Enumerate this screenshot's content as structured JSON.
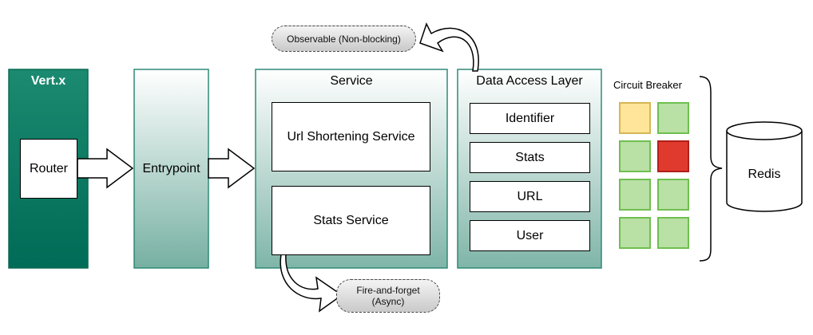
{
  "vertx": {
    "title": "Vert.x",
    "router_label": "Router"
  },
  "entrypoint": {
    "label": "Entrypoint"
  },
  "service": {
    "title": "Service",
    "url_shortening_label": "Url Shortening Service",
    "stats_label": "Stats Service"
  },
  "dal": {
    "title": "Data Access Layer",
    "items": [
      {
        "label": "Identifier"
      },
      {
        "label": "Stats"
      },
      {
        "label": "URL"
      },
      {
        "label": "User"
      }
    ]
  },
  "circuit_breaker": {
    "title": "Circuit Breaker",
    "cells": [
      {
        "state": "warn"
      },
      {
        "state": "ok"
      },
      {
        "state": "ok"
      },
      {
        "state": "open"
      },
      {
        "state": "ok"
      },
      {
        "state": "ok"
      },
      {
        "state": "ok"
      },
      {
        "state": "ok"
      }
    ]
  },
  "redis": {
    "label": "Redis"
  },
  "notes": {
    "observable": "Observable (Non-blocking)",
    "fire_forget_line1": "Fire-and-forget",
    "fire_forget_line2": "(Async)"
  },
  "colors": {
    "vertx_fill": "#006e58",
    "panel_border": "#2f8a76",
    "cell_ok": "#b9e0a5",
    "cell_warn": "#ffe599",
    "cell_open": "#e03a2f"
  }
}
